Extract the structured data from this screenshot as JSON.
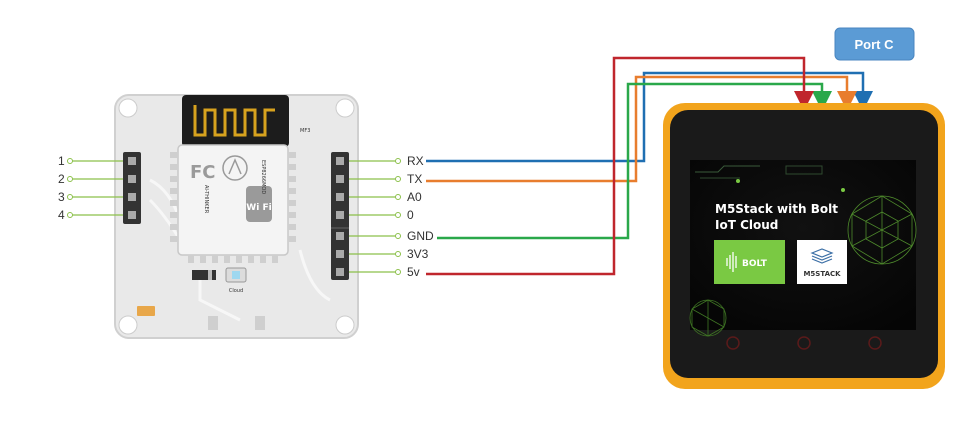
{
  "port_label": "Port C",
  "left_pins": [
    "1",
    "2",
    "3",
    "4"
  ],
  "right_pins": [
    "RX",
    "TX",
    "A0",
    "0",
    "GND",
    "3V3",
    "5v"
  ],
  "board": {
    "module_code": "ESP8266MOD",
    "wifi_text": "Wi Fi",
    "fc_text": "FC",
    "cloud_label": "Cloud",
    "brand": "AI-THINKER"
  },
  "device": {
    "screen_title_line1": "M5Stack with Bolt",
    "screen_title_line2": "IoT Cloud",
    "bolt_logo": "BOLT",
    "m5_logo": "M5STACK"
  },
  "colors": {
    "rx_wire": "#1f6fb2",
    "tx_wire": "#e87d2e",
    "gnd_wire": "#2aa84a",
    "v5_wire": "#c0262d",
    "device_case": "#f2a41c",
    "port_badge": "#5b9bd5",
    "bolt_green": "#7ac943"
  }
}
